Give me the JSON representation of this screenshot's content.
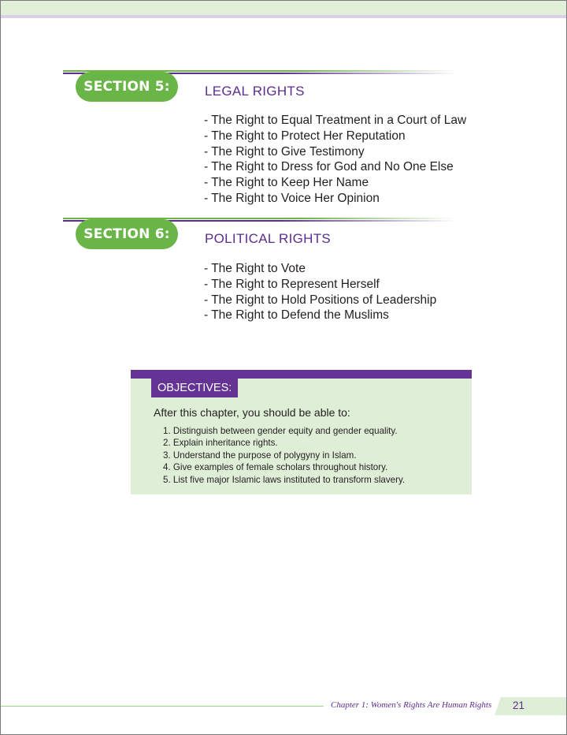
{
  "header": {
    "band_color": "#e2f0d9",
    "accent_color": "#dcd0e8"
  },
  "sections": [
    {
      "label": "SECTION 5:",
      "title": "LEGAL RIGHTS",
      "items": [
        "- The Right to Equal Treatment in a Court of Law",
        "- The Right to Protect Her Reputation",
        "- The Right to Give Testimony",
        "- The Right to Dress for God and No One Else",
        "- The Right to Keep Her Name",
        "- The Right to Voice Her Opinion"
      ]
    },
    {
      "label": "SECTION 6:",
      "title": "POLITICAL RIGHTS",
      "items": [
        "- The Right to Vote",
        "- The Right to Represent Herself",
        "- The Right to Hold Positions of Leadership",
        "- The Right to Defend the Muslims"
      ]
    }
  ],
  "objectives": {
    "heading": "OBJECTIVES:",
    "intro": "After this chapter, you should be able to:",
    "items": [
      "1. Distinguish between gender equity and gender equality.",
      "2. Explain inheritance rights.",
      "3. Understand the purpose of polygyny in Islam.",
      "4. Give examples of female scholars throughout history.",
      "5. List five major Islamic laws instituted to transform slavery."
    ]
  },
  "footer": {
    "chapter": "Chapter 1: Women's Rights Are Human Rights",
    "page_number": "21"
  },
  "colors": {
    "green": "#6ab547",
    "purple": "#5b2d91",
    "light_green": "#dfeed6"
  }
}
